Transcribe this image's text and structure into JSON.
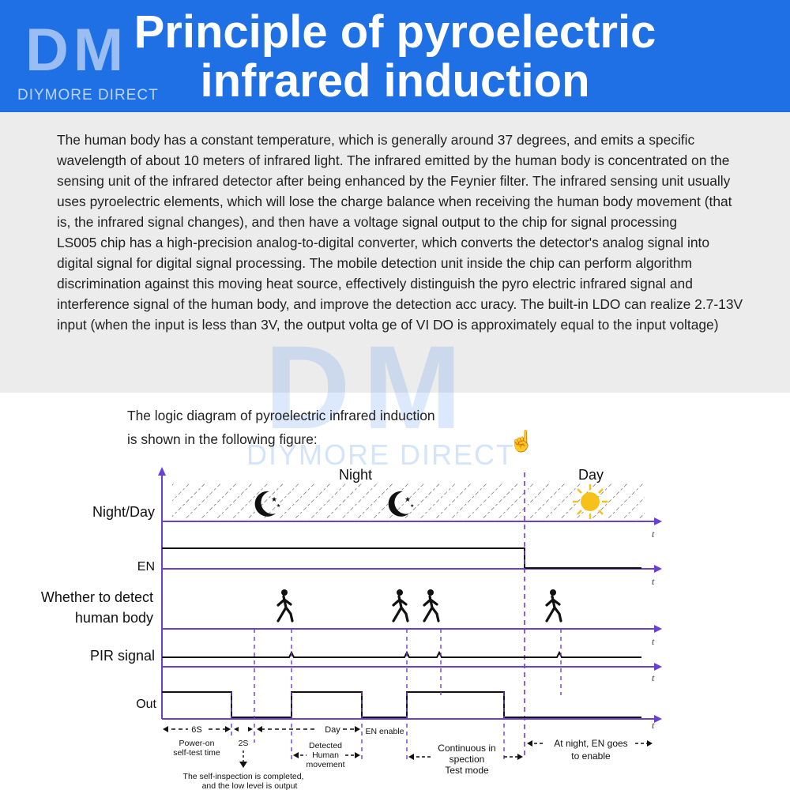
{
  "header": {
    "title_line1": "Principle of pyroelectric",
    "title_line2": "infrared induction",
    "background": "#1f6fe5",
    "logo_mark": "DM",
    "logo_text": "DIYMORE DIRECT"
  },
  "description": {
    "paragraph1": "The human body has a constant temperature, which is generally around 37 degrees, and emits a specific wavelength of about 10 meters of infrared light. The infrared emitted by the human body is concentrated on the sensing unit of the infrared detector after being enhanced by the Feynier filter. The infrared sensing unit usually uses pyroelectric elements, which will lose the charge balance when receiving the human body movement (that is, the infrared signal changes), and then have a voltage signal output to the chip for signal processing",
    "paragraph2": "LS005 chip has a high-precision analog-to-digital converter, which converts the detector's analog signal into digital signal for digital signal processing. The mobile detection unit inside the chip can perform algorithm discrimination against this moving heat source, effectively distinguish the pyro electric infrared signal and interference signal of the human body, and improve the detection acc uracy. The built-in LDO can realize 2.7-13V input (when the input is less than 3V, the output volta ge of VI DO is approximately equal to the input voltage)"
  },
  "caption": {
    "line1": "The logic diagram of pyroelectric infrared induction",
    "line2": "is shown in the following figure:"
  },
  "watermark": {
    "mark": "DM",
    "text": "DIYMORE DIRECT"
  },
  "icons": {
    "pointer": "hand-pointer-icon",
    "moon": "moon-icon",
    "sun": "sun-icon",
    "walker": "walking-person-icon"
  },
  "diagram": {
    "rows": {
      "night_day": "Night/Day",
      "en": "EN",
      "detect_line1": "Whether to detect",
      "detect_line2": "human body",
      "pir": "PIR signal",
      "out": "Out"
    },
    "axis_label": "t",
    "period_night": "Night",
    "period_day": "Day",
    "annotations": {
      "six_s": "6S",
      "poweron_line1": "Power-on",
      "poweron_line2": "self-test time",
      "two_s": "2S",
      "selfinspect_line1": "The self-inspection is completed,",
      "selfinspect_line2": "and the low level is output",
      "day_label": "Day",
      "detected_line1": "Detected",
      "detected_line2": "Human",
      "detected_line3": "movement",
      "en_enable": "EN enable",
      "continuous_line1": "Continuous in",
      "continuous_line2": "spection",
      "continuous_line3": "Test mode",
      "atnight_line1": "At night, EN goes",
      "atnight_line2": "to enable"
    },
    "colors": {
      "axis": "#6a3fd6",
      "signal": "#111111",
      "sun": "#f6c21a"
    }
  }
}
